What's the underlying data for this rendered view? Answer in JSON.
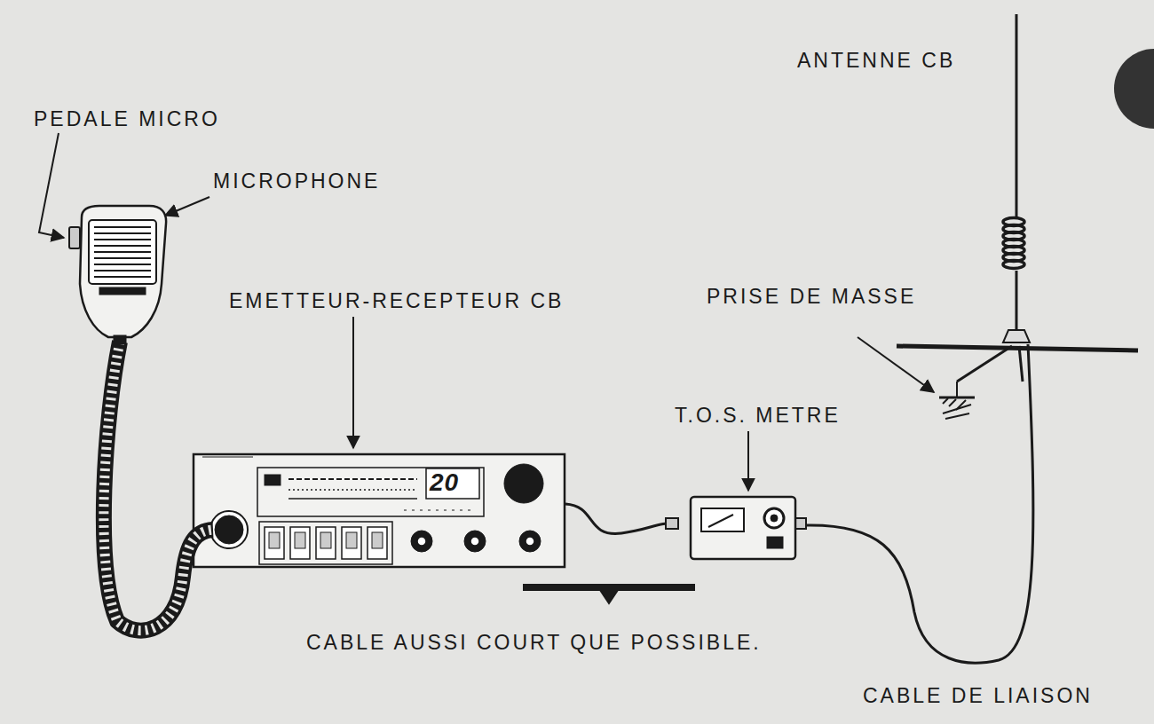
{
  "diagram": {
    "labels": [
      "ANTENNE CB",
      "PEDALE MICRO",
      "MICROPHONE",
      "EMETTEUR-RECEPTEUR CB",
      "PRISE DE MASSE",
      "20",
      "T.O.S. METRE",
      "CABLE AUSSI COURT QUE POSSIBLE.",
      "CABLE DE LIAISON"
    ]
  }
}
